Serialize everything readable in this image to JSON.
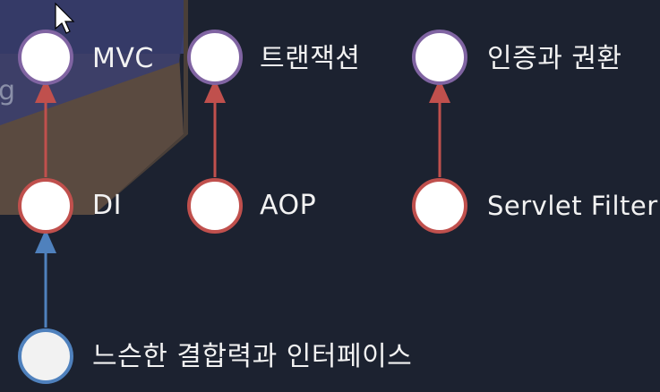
{
  "background_fragment_text": "g",
  "nodes": {
    "mvc": {
      "label": "MVC",
      "ring": "#8064a2"
    },
    "transaction": {
      "label": "트랜잭션",
      "ring": "#8064a2"
    },
    "auth": {
      "label": "인증과 권환",
      "ring": "#8064a2"
    },
    "di": {
      "label": "DI",
      "ring": "#c0504d"
    },
    "aop": {
      "label": "AOP",
      "ring": "#c0504d"
    },
    "servlet_filter": {
      "label": "Servlet Filter",
      "ring": "#c0504d"
    },
    "loose_coupling": {
      "label": "느슨한 결합력과 인터페이스",
      "ring": "#4f81bd"
    }
  },
  "colors": {
    "background": "#1c2230",
    "red_arrow": "#c0504d",
    "blue_arrow": "#4f81bd",
    "node_fill": "#ffffff"
  }
}
